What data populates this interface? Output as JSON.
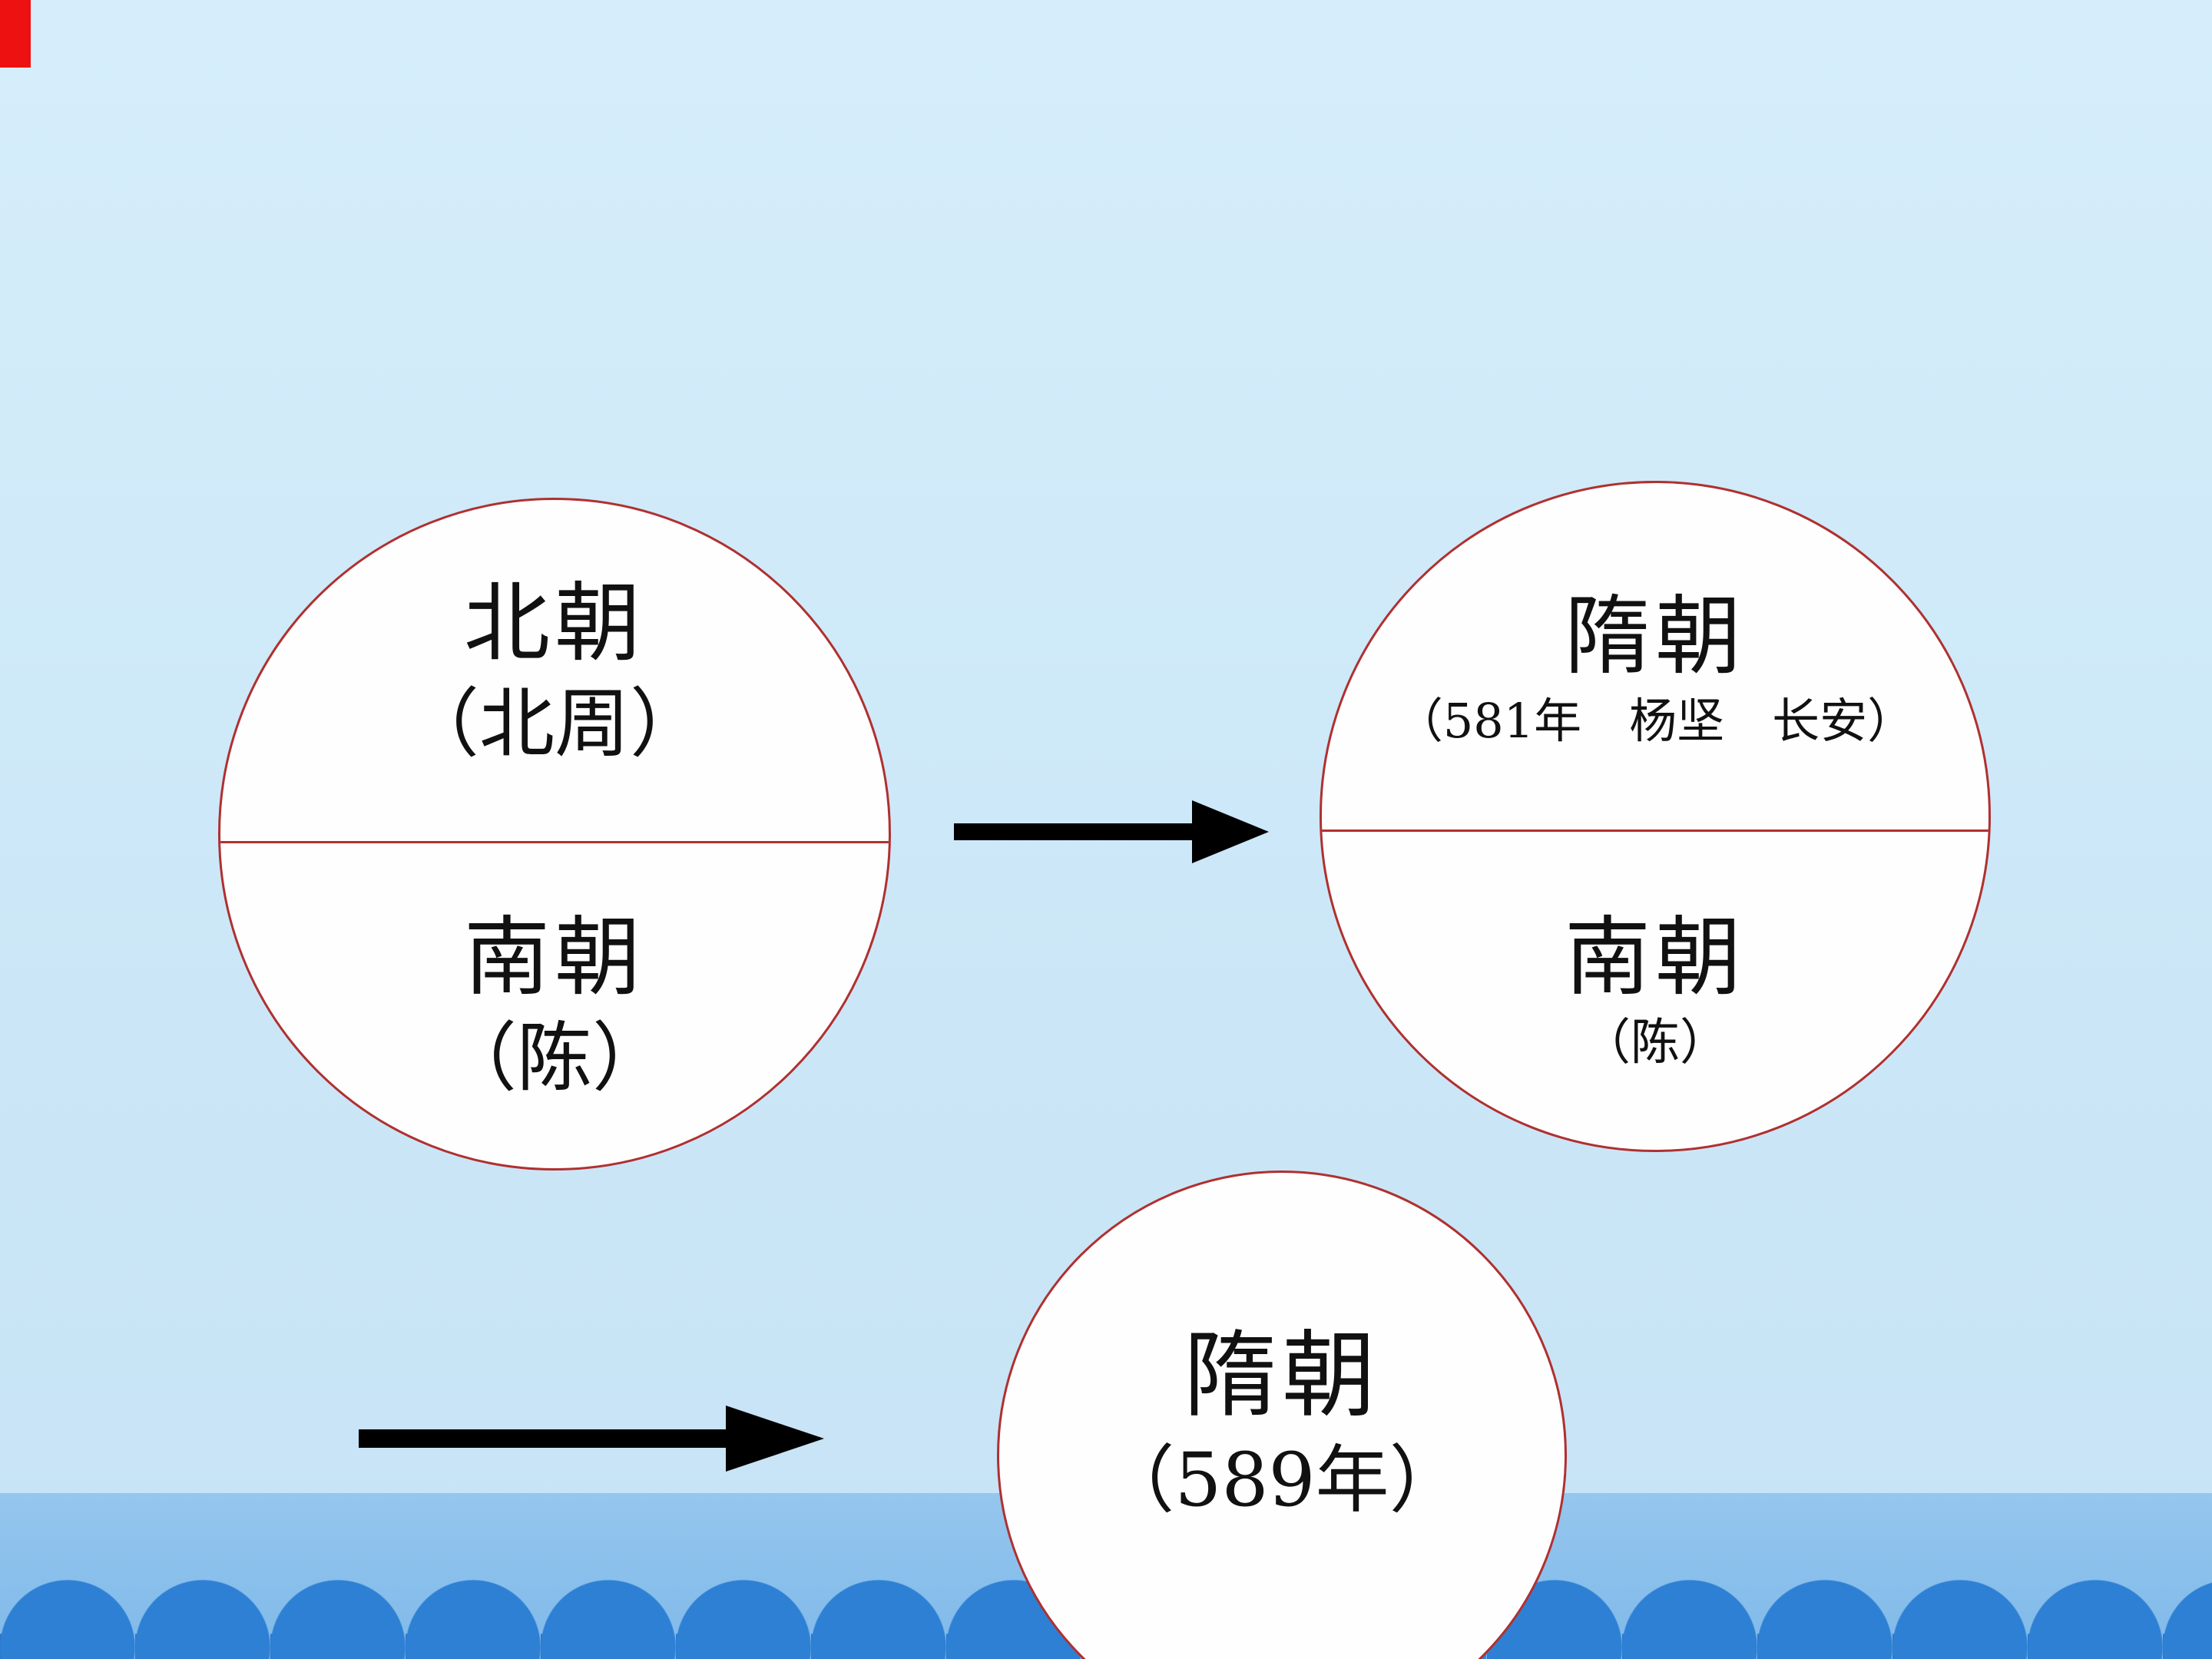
{
  "slide": {
    "background_color": "#cbe7f7",
    "sea_band_color": "#7fb9e9",
    "wave_color": "#2e80d4",
    "circle_border_color": "#b03030",
    "corner_accent_color": "#ee1111",
    "arrow_color": "#000000"
  },
  "diagram": {
    "circle_left": {
      "top_line1": "北朝",
      "top_line2": "（北周）",
      "bottom_line1": "南朝",
      "bottom_line2": "（陈）"
    },
    "circle_right": {
      "top_line1": "隋朝",
      "top_line2": "（581年　杨坚　长安）",
      "bottom_line1": "南朝",
      "bottom_line2": "（陈）"
    },
    "circle_result": {
      "line1": "隋朝",
      "line2": "（589年）"
    }
  }
}
